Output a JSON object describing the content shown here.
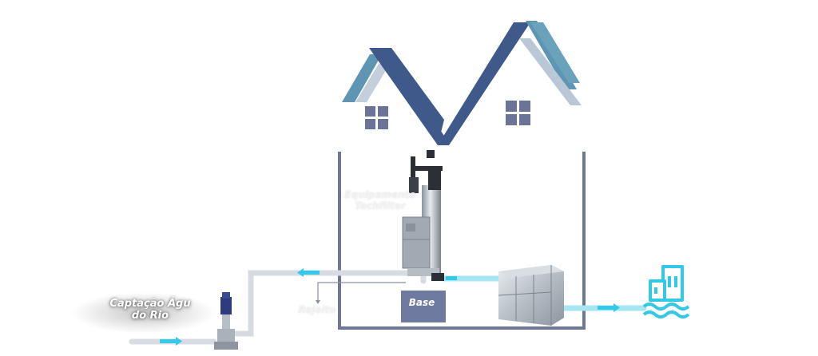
{
  "labels": {
    "intake_line1": "Captação Águ",
    "intake_line2": "do Rio",
    "equipment_line1": "Equipamento",
    "equipment_line2": "Techfilter",
    "reject": "Rejeito",
    "base": "Base"
  },
  "colors": {
    "roof_dark": "#3f5a8a",
    "roof_teal": "#5e95b2",
    "roof_light": "#b9c7d6",
    "wall": "#6d7799",
    "pipe_gray": "#d7dbe2",
    "pipe_cyan": "#a6e6f3",
    "flow_arrow": "#33c9ea",
    "city_icon": "#32c8e6",
    "base_block": "#6f7aa0"
  },
  "icons": {
    "roof": "house-roof-icon",
    "windows": "window-icon",
    "pump": "vertical-pump-icon",
    "filter": "filter-equipment-icon",
    "tank": "water-tank-icon",
    "city": "city-water-icon"
  }
}
